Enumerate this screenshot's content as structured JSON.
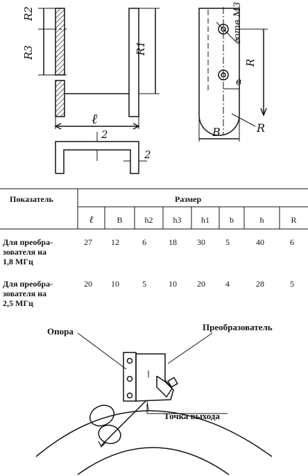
{
  "drawing": {
    "labels": {
      "r2": "R2",
      "r3": "R3",
      "r1": "R1",
      "l": "ℓ",
      "two_a": "2",
      "two_b": "2",
      "hole": "⌀отв M3",
      "r_vert": "R",
      "b_small": "в",
      "b_big": "B",
      "r_bottom": "R"
    }
  },
  "table": {
    "col_header_left": "Показатель",
    "col_header_group": "Размер",
    "columns": [
      "ℓ",
      "B",
      "h2",
      "h3",
      "h1",
      "b",
      "h",
      "R"
    ],
    "rows": [
      {
        "label_lines": [
          "Для преобра-",
          "зователя на",
          "1,8 МГц"
        ],
        "values": [
          "27",
          "12",
          "6",
          "18",
          "30",
          "5",
          "40",
          "6"
        ]
      },
      {
        "label_lines": [
          "Для преобра-",
          "зователя на",
          "2,5 МГц"
        ],
        "values": [
          "20",
          "10",
          "5",
          "10",
          "20",
          "4",
          "28",
          "5"
        ]
      }
    ]
  },
  "assembly": {
    "support_label": "Опора",
    "transducer_label": "Преобразователь",
    "exit_point_label": "Точка выхода"
  }
}
